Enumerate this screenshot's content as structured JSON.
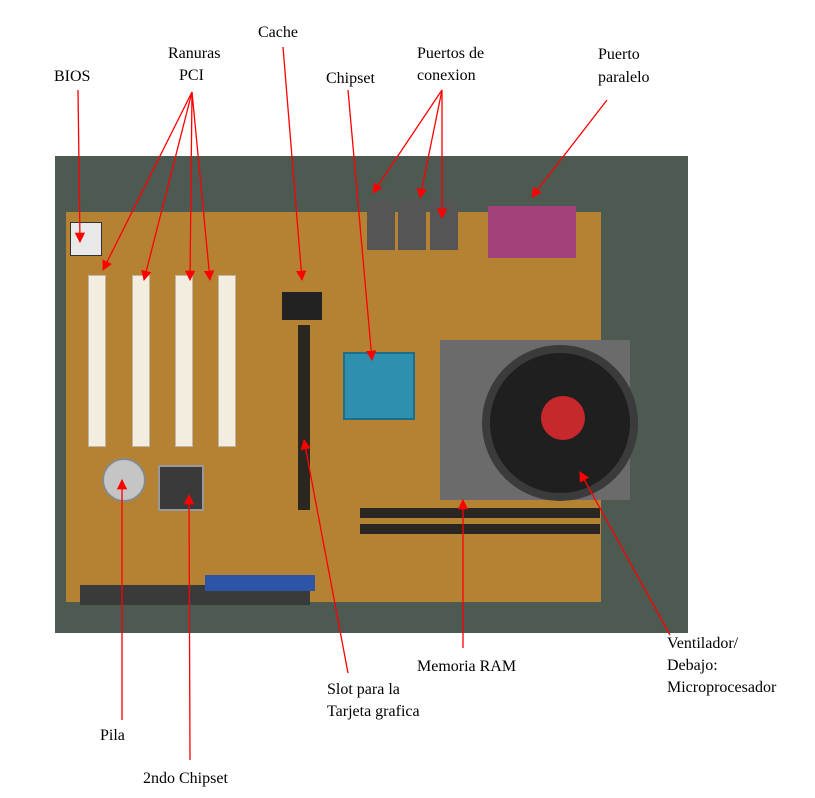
{
  "labels": {
    "bios": "BIOS",
    "ranuras_line1": "Ranuras",
    "ranuras_line2": "PCI",
    "cache": "Cache",
    "chipset": "Chipset",
    "puertos_line1": "Puertos de",
    "puertos_line2": "conexion",
    "paralelo_line1": "Puerto",
    "paralelo_line2": "paralelo",
    "ram": "Memoria RAM",
    "slot_line1": "Slot para la",
    "slot_line2": "Tarjeta grafica",
    "ventilador_line1": "Ventilador/",
    "ventilador_line2": "Debajo:",
    "ventilador_line3": "Microprocesador",
    "pila": "Pila",
    "chipset2": "2ndo Chipset"
  },
  "colors": {
    "arrow": "#ff0000",
    "label_text": "#000000"
  }
}
